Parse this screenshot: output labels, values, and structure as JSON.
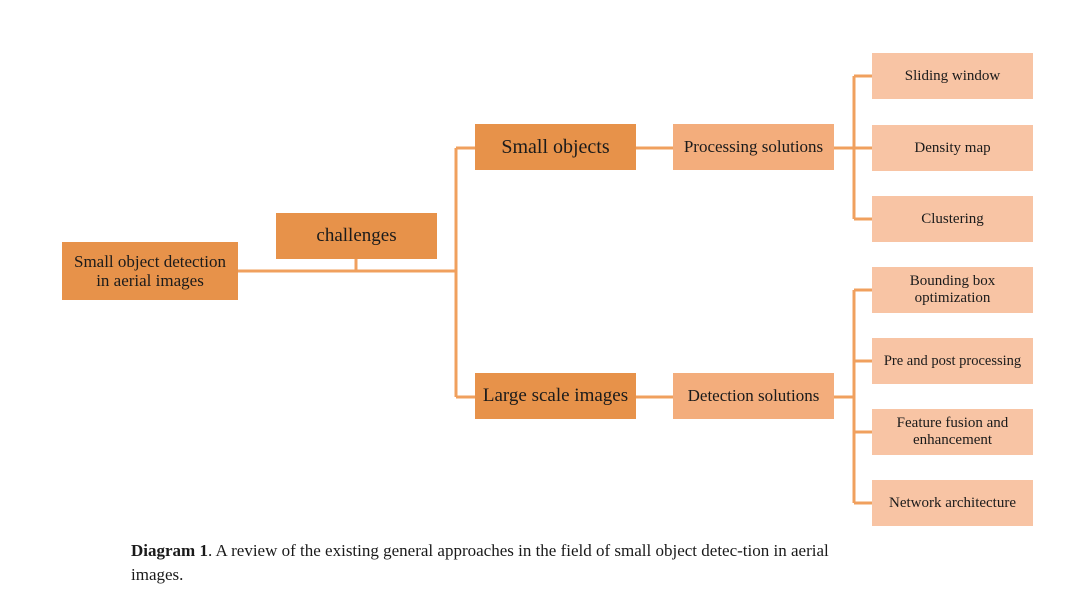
{
  "diagram": {
    "root": "Small object detection in aerial images",
    "challenges": "challenges",
    "branches": [
      {
        "label": "Small objects",
        "solution": "Processing solutions",
        "leaves": [
          "Sliding window",
          "Density map",
          "Clustering"
        ]
      },
      {
        "label": "Large scale images",
        "solution": "Detection solutions",
        "leaves": [
          "Bounding box optimization",
          "Pre and post processing",
          "Feature fusion and enhancement",
          "Network architecture"
        ]
      }
    ]
  },
  "caption": {
    "label": "Diagram 1",
    "text": ". A review of the existing general approaches in the field of small object detec-tion in aerial images."
  },
  "colors": {
    "connector": "#f0a05e",
    "dark_box": "#e7924a",
    "mid_box": "#f3ad7c",
    "light_box": "#f8c4a4"
  }
}
